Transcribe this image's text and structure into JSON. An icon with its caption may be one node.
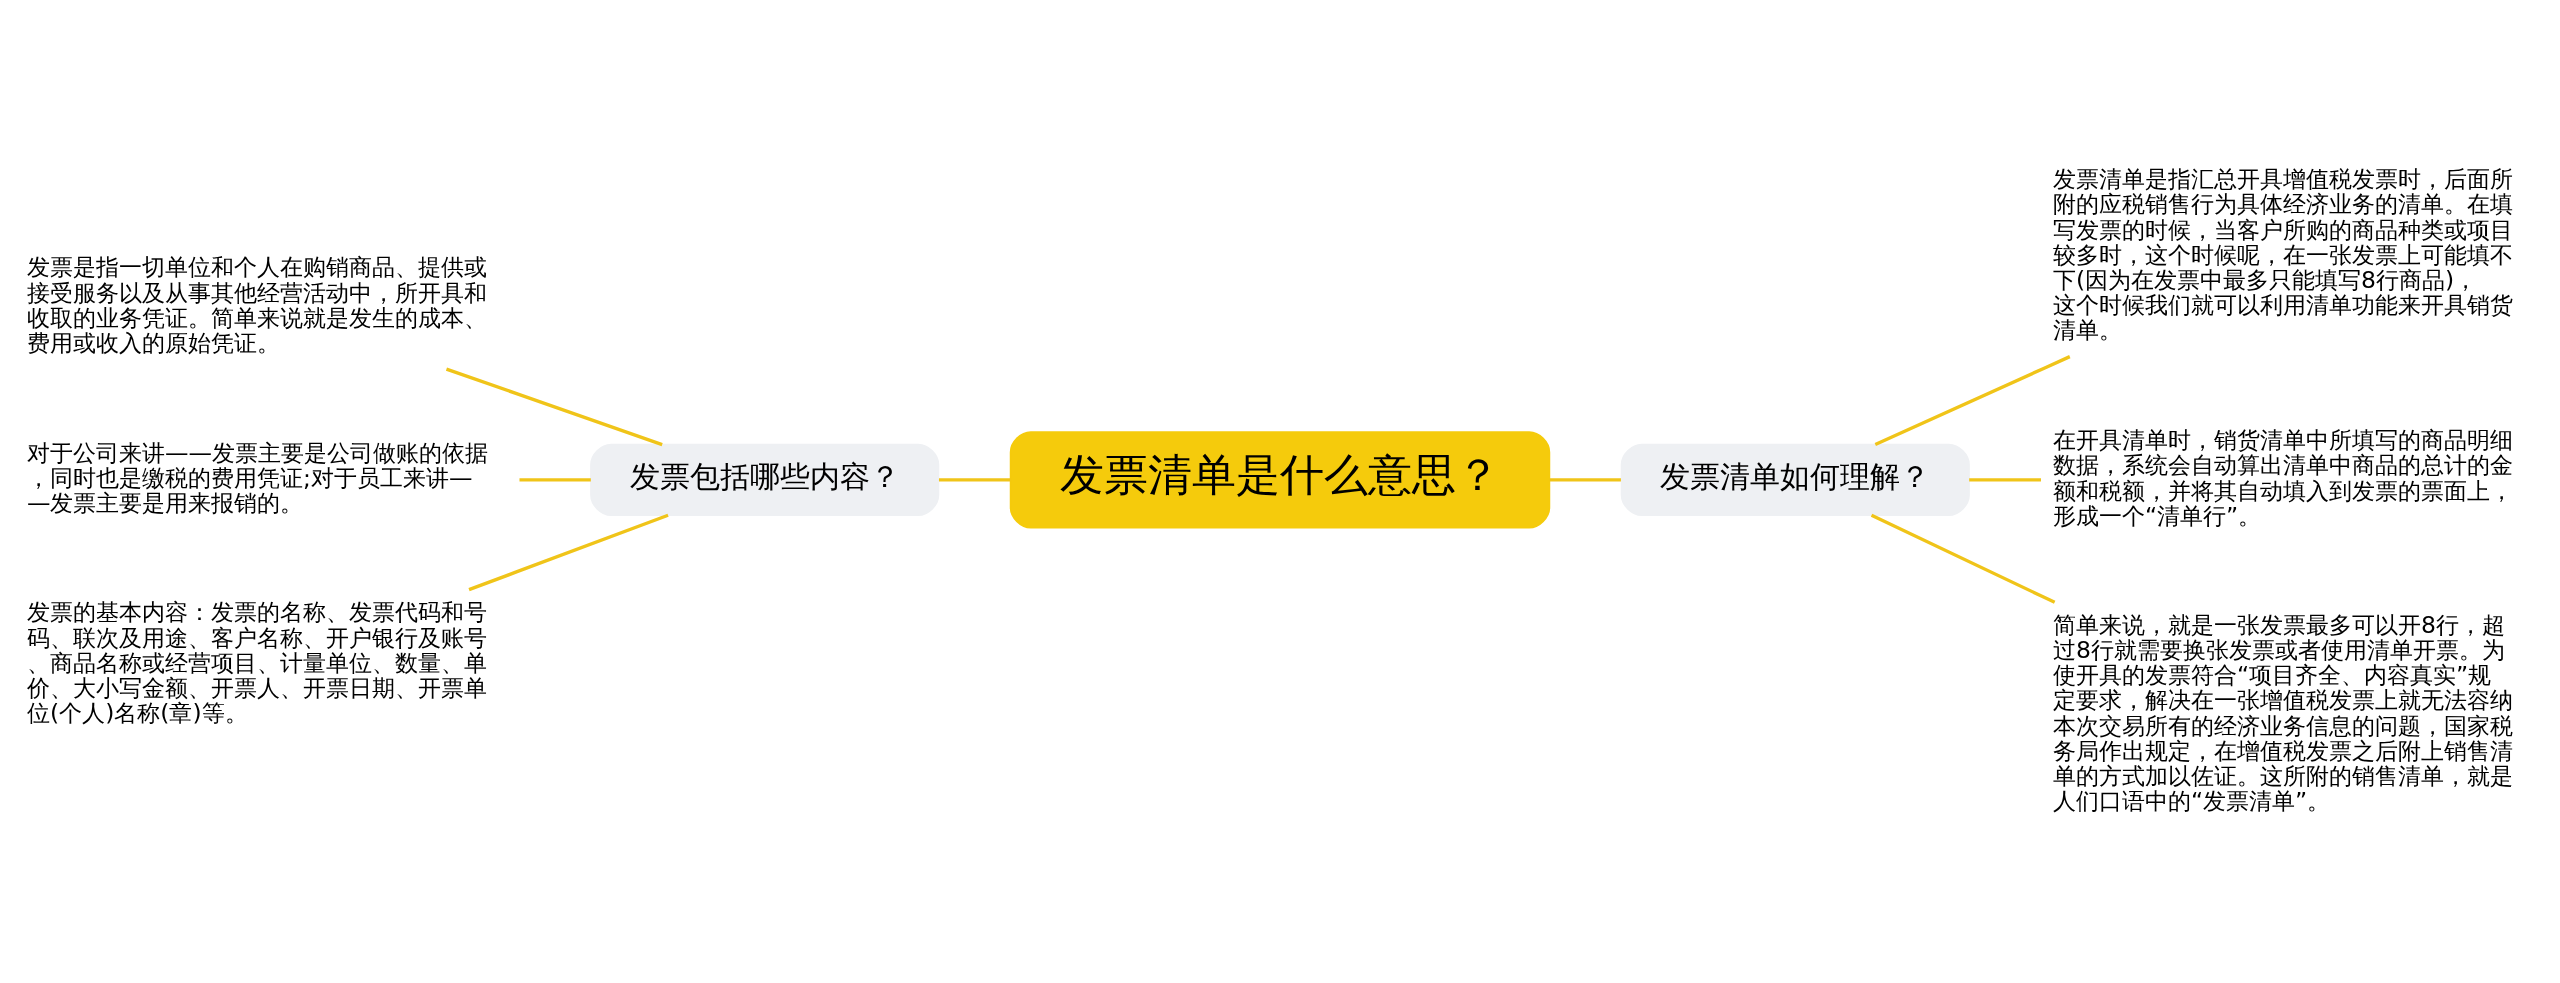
{
  "diagram": {
    "nodes": [
      {
        "text": [
          "发票清单是什么意思？"
        ]
      },
      {
        "text": [
          "发票包括哪些内容？"
        ]
      },
      {
        "text": [
          "发票是指一切单位和个人在购销商品、提供或接受服务以及从事其他经营活动中，所开具和收取的业务凭证。简单来说就是发生的成本、费用或收入的原始凭证。"
        ]
      },
      {
        "text": [
          "对于公司来讲——发票主要是公司做账的依据，同时也是缴税的费用凭证;对于员工来讲——发票主要是用来报销的。"
        ]
      },
      {
        "text": [
          "发票的基本内容：发票的名称、发票代码和号码、联次及用途、客户名称、开户银行及账号、商品名称或经营项目、计量单位、数量、单价、大小写金额、开票人、开票日期、开票单位(个人)名称(章)等。"
        ]
      },
      {
        "text": [
          "发票清单如何理解？"
        ]
      },
      {
        "text": [
          "发票清单是指汇总开具增值税发票时，后面所附的应税销售行为具体经济业务的清单。在填写发票的时候，当客户所购的商品种类或项目较多时，这个时候呢，在一张发票上可能填不下(因为在发票中最多只能填写8行商品)，这个时候我们就可以利用清单功能来开具销货清单。"
        ]
      },
      {
        "text": [
          "在开具清单时，销货清单中所填写的商品明细数据，系统会自动算出清单中商品的总计的金额和税额，并将其自动填入到发票的票面上，形成一个“清单行”。"
        ]
      },
      {
        "text": [
          "简单来说，就是一张发票最多可以开8行，超过8行就需要换张发票或者使用清单开票。为使开具的发票符合“项目齐全、内容真实”规定要求，解决在一张增值税发票上就无法容纳本次交易所有的经济业务信息的问题，国家税务局作出规定，在增值税发票之后附上销售清单的方式加以佐证。这所附的销售清单，就是人们口语中的“发票清单”。"
        ]
      }
    ],
    "edges": [
      {
        "from": 0,
        "to": 1,
        "arrow": "none"
      },
      {
        "from": 1,
        "to": 2,
        "arrow": "none"
      },
      {
        "from": 1,
        "to": 3,
        "arrow": "none"
      },
      {
        "from": 1,
        "to": 4,
        "arrow": "none"
      },
      {
        "from": 0,
        "to": 5,
        "arrow": "none"
      },
      {
        "from": 5,
        "to": 6,
        "arrow": "none"
      },
      {
        "from": 5,
        "to": 7,
        "arrow": "none"
      },
      {
        "from": 5,
        "to": 8,
        "arrow": "none"
      }
    ]
  }
}
